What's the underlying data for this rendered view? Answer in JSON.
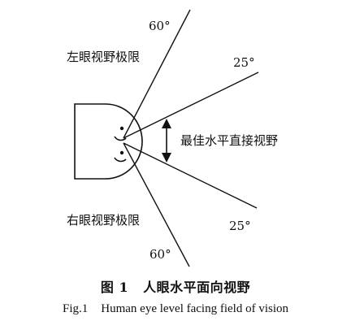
{
  "diagram": {
    "labels": {
      "left_eye_limit": "左眼视野极限",
      "right_eye_limit": "右眼视野极限",
      "best_horizontal": "最佳水平直接视野",
      "angle_upper_outer": "60°",
      "angle_upper_inner": "25°",
      "angle_lower_inner": "25°",
      "angle_lower_outer": "60°"
    }
  },
  "caption": {
    "cn_number": "图 1",
    "cn_title": "人眼水平面向视野",
    "en_number": "Fig.1",
    "en_title": "Human eye level facing field of vision"
  }
}
